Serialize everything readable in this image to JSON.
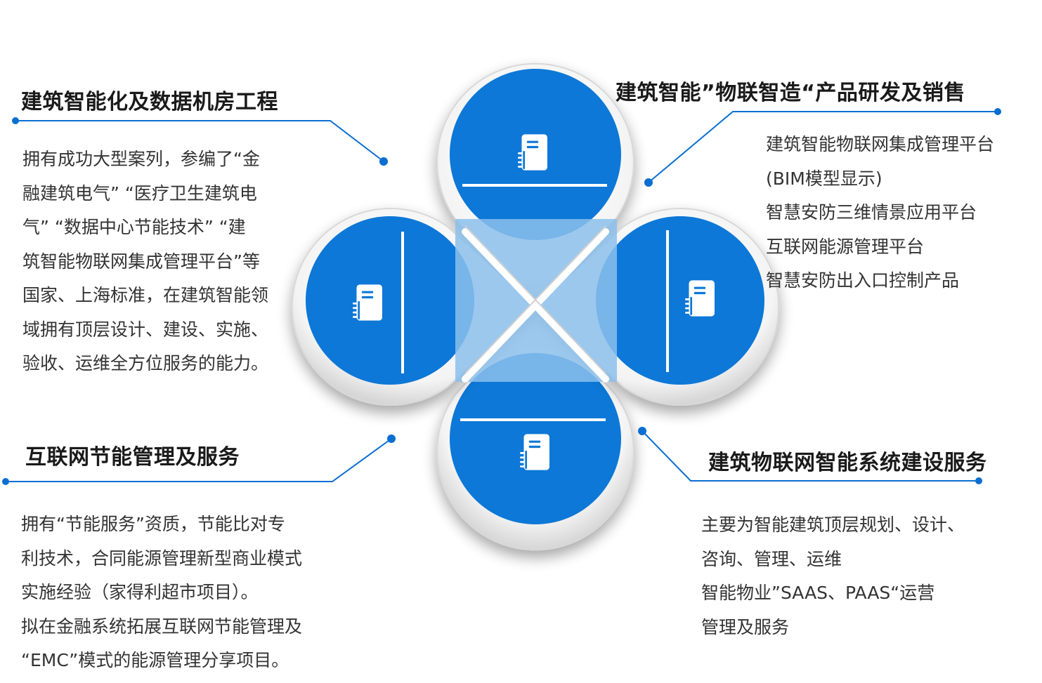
{
  "colors": {
    "accent": "#0a6ed1",
    "petal": "#0f78d7",
    "overlap": "#7fb6e8",
    "ring": "#ececec"
  },
  "icons": {
    "petal_icon": "notebook-icon"
  },
  "sections": {
    "top_left": {
      "title": "建筑智能化及数据机房工程",
      "lines": [
        "拥有成功大型案列，参编了“金",
        "融建筑电气”  “医疗卫生建筑电",
        "气”  “数据中心节能技术”  “建",
        "筑智能物联网集成管理平台”等",
        "国家、上海标准，在建筑智能领",
        "域拥有顶层设计、建设、实施、",
        "验收、运维全方位服务的能力。"
      ]
    },
    "top_right": {
      "title": "建筑智能”物联智造“产品研发及销售",
      "lines": [
        "建筑智能物联网集成管理平台",
        "(BIM模型显示)",
        "智慧安防三维情景应用平台",
        "互联网能源管理平台",
        "智慧安防出入口控制产品"
      ]
    },
    "bottom_left": {
      "title": "互联网节能管理及服务",
      "lines": [
        "拥有“节能服务”资质，节能比对专",
        "利技术，合同能源管理新型商业模式",
        "实施经验（家得利超市项目）。",
        "拟在金融系统拓展互联网节能管理及",
        "“EMC”模式的能源管理分享项目。"
      ]
    },
    "bottom_right": {
      "title": "建筑物联网智能系统建设服务",
      "lines": [
        "主要为智能建筑顶层规划、设计、",
        "咨询、管理、运维",
        "智能物业”SAAS、PAAS“运营",
        "管理及服务"
      ]
    }
  }
}
